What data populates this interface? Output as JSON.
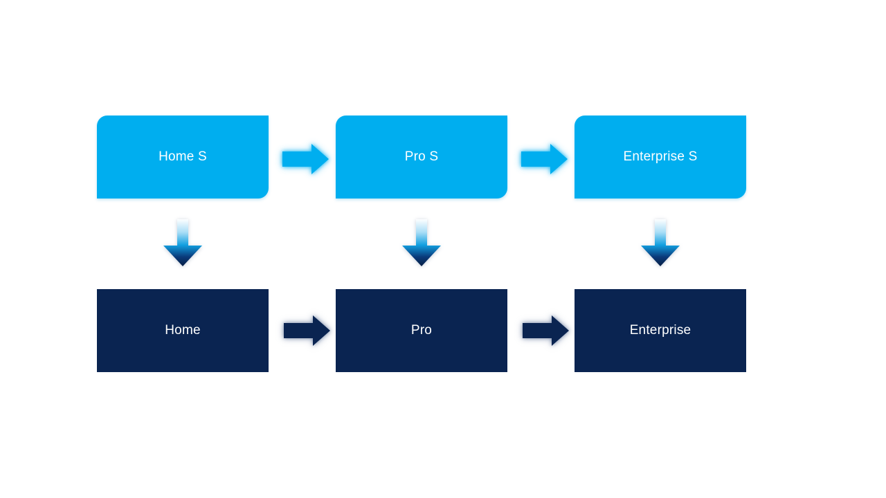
{
  "colors": {
    "accent_light_blue": "#00AEEF",
    "accent_dark_navy": "#0A2451",
    "background": "#FFFFFF",
    "text": "#FFFFFF",
    "down_arrow_gradient": [
      "#FDFEFF",
      "#A8DDF6",
      "#119FE0",
      "#0A3A7A",
      "#071F45"
    ]
  },
  "diagram": {
    "type": "upgrade-flow",
    "top_row": [
      {
        "label": "Home S"
      },
      {
        "label": "Pro S"
      },
      {
        "label": "Enterprise S"
      }
    ],
    "bottom_row": [
      {
        "label": "Home"
      },
      {
        "label": "Pro"
      },
      {
        "label": "Enterprise"
      }
    ],
    "icons": {
      "right_arrow": "right-arrow",
      "down_arrow": "down-arrow"
    }
  }
}
